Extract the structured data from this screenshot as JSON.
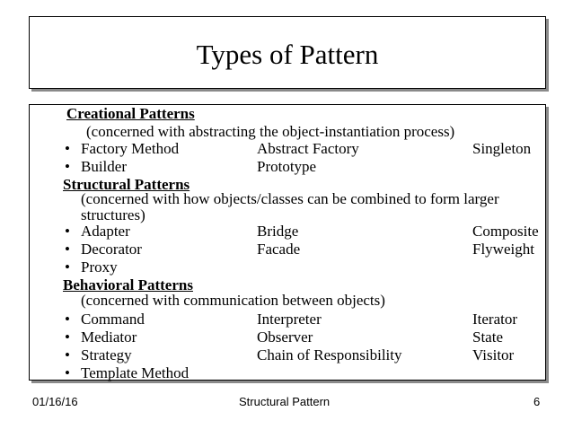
{
  "slide": {
    "title": "Types of Pattern"
  },
  "creational": {
    "heading": "Creational Patterns",
    "desc": "(concerned with abstracting the object-instantiation process)",
    "rows": [
      [
        "Factory Method",
        "Abstract Factory",
        "Singleton"
      ],
      [
        "Builder",
        "Prototype",
        ""
      ]
    ]
  },
  "structural": {
    "heading": "Structural Patterns",
    "desc1": "(concerned with how objects/classes can be combined to form larger",
    "desc2": "structures)",
    "rows": [
      [
        "Adapter",
        "Bridge",
        "Composite"
      ],
      [
        "Decorator",
        "Facade",
        "Flyweight"
      ],
      [
        "Proxy",
        "",
        ""
      ]
    ]
  },
  "behavioral": {
    "heading": "Behavioral Patterns",
    "desc": "(concerned with communication between objects)",
    "rows": [
      [
        "Command",
        "Interpreter",
        "Iterator"
      ],
      [
        "Mediator",
        "Observer",
        "State"
      ],
      [
        "Strategy",
        "Chain of Responsibility",
        "Visitor"
      ],
      [
        "Template Method",
        "",
        ""
      ]
    ]
  },
  "footer": {
    "date": "01/16/16",
    "center": "Structural Pattern",
    "page": "6"
  },
  "bullet_char": "•"
}
